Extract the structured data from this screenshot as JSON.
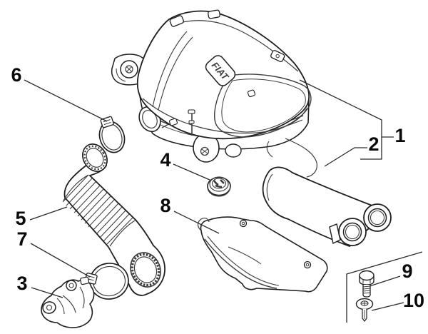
{
  "diagram": {
    "type": "exploded-parts-diagram",
    "background_color": "#ffffff",
    "line_color": "#1f1f1f",
    "label_color": "#0a0a0a"
  },
  "badge": {
    "text": "FIAT"
  },
  "callouts": {
    "c1": {
      "label": "1"
    },
    "c2": {
      "label": "2"
    },
    "c3": {
      "label": "3"
    },
    "c4": {
      "label": "4"
    },
    "c5": {
      "label": "5"
    },
    "c6": {
      "label": "6"
    },
    "c7": {
      "label": "7"
    },
    "c8": {
      "label": "8"
    },
    "c9": {
      "label": "9"
    },
    "c10": {
      "label": "10"
    }
  }
}
